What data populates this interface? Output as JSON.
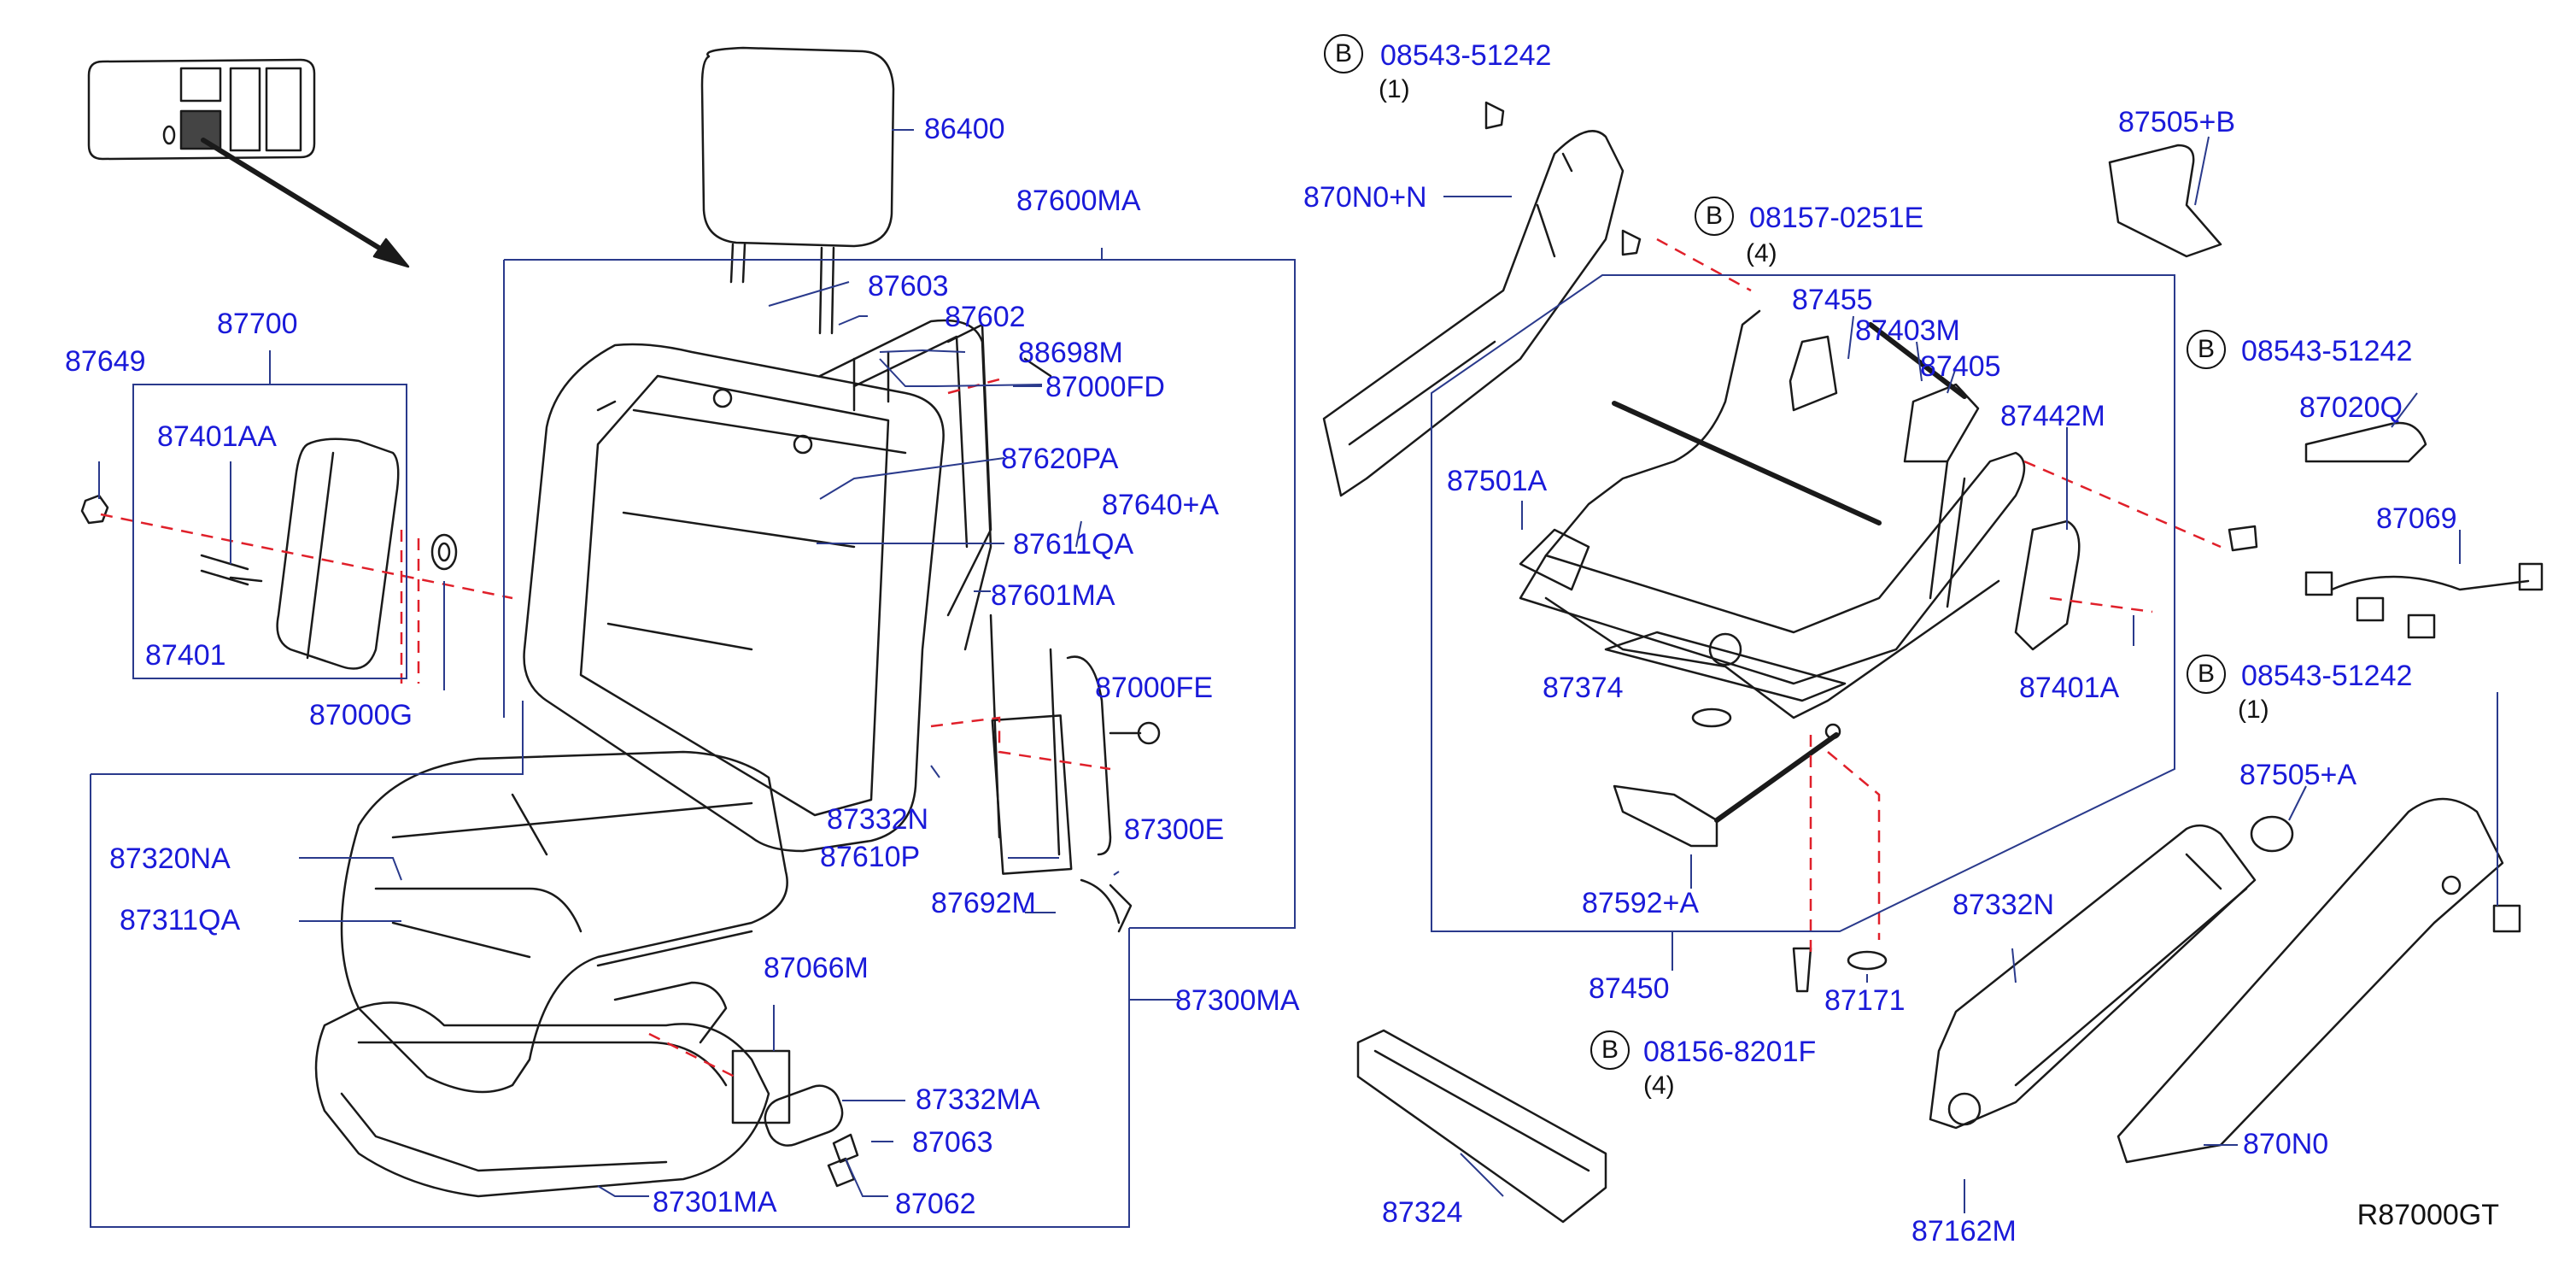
{
  "diagram_code": "R87000GT",
  "callouts": [
    {
      "id": "c86400",
      "text": "86400"
    },
    {
      "id": "c87600MA",
      "text": "87600MA"
    },
    {
      "id": "c87603",
      "text": "87603"
    },
    {
      "id": "c87602",
      "text": "87602"
    },
    {
      "id": "c88698M",
      "text": "88698M"
    },
    {
      "id": "c87000FD",
      "text": "87000FD"
    },
    {
      "id": "c87620PA",
      "text": "87620PA"
    },
    {
      "id": "c87640A",
      "text": "87640+A"
    },
    {
      "id": "c87611QA",
      "text": "87611QA"
    },
    {
      "id": "c87601MA",
      "text": "87601MA"
    },
    {
      "id": "c87000FE",
      "text": "87000FE"
    },
    {
      "id": "c87332N_a",
      "text": "87332N"
    },
    {
      "id": "c87610P",
      "text": "87610P"
    },
    {
      "id": "c87300E",
      "text": "87300E"
    },
    {
      "id": "c87692M",
      "text": "87692M"
    },
    {
      "id": "c87300MA",
      "text": "87300MA"
    },
    {
      "id": "c87649",
      "text": "87649"
    },
    {
      "id": "c87700",
      "text": "87700"
    },
    {
      "id": "c87401AA",
      "text": "87401AA"
    },
    {
      "id": "c87401",
      "text": "87401"
    },
    {
      "id": "c87000G",
      "text": "87000G"
    },
    {
      "id": "c87320NA",
      "text": "87320NA"
    },
    {
      "id": "c87311QA",
      "text": "87311QA"
    },
    {
      "id": "c87066M",
      "text": "87066M"
    },
    {
      "id": "c87332MA",
      "text": "87332MA"
    },
    {
      "id": "c87063",
      "text": "87063"
    },
    {
      "id": "c87062",
      "text": "87062"
    },
    {
      "id": "c87301MA",
      "text": "87301MA"
    },
    {
      "id": "c08543_1",
      "text": "08543-51242"
    },
    {
      "id": "c870N0N",
      "text": "870N0+N"
    },
    {
      "id": "c08157",
      "text": "08157-0251E"
    },
    {
      "id": "c87455",
      "text": "87455"
    },
    {
      "id": "c87403M",
      "text": "87403M"
    },
    {
      "id": "c87405",
      "text": "87405"
    },
    {
      "id": "c87442M",
      "text": "87442M"
    },
    {
      "id": "c87501A",
      "text": "87501A"
    },
    {
      "id": "c87374",
      "text": "87374"
    },
    {
      "id": "c87401A",
      "text": "87401A"
    },
    {
      "id": "c87592A",
      "text": "87592+A"
    },
    {
      "id": "c87450",
      "text": "87450"
    },
    {
      "id": "c87171",
      "text": "87171"
    },
    {
      "id": "c08156",
      "text": "08156-8201F"
    },
    {
      "id": "c87324",
      "text": "87324"
    },
    {
      "id": "c87505B",
      "text": "87505+B"
    },
    {
      "id": "c08543_2",
      "text": "08543-51242"
    },
    {
      "id": "c87020Q",
      "text": "87020Q"
    },
    {
      "id": "c87069",
      "text": "87069"
    },
    {
      "id": "c08543_3",
      "text": "08543-51242"
    },
    {
      "id": "c87505A",
      "text": "87505+A"
    },
    {
      "id": "c87332N_b",
      "text": "87332N"
    },
    {
      "id": "c87162M",
      "text": "87162M"
    },
    {
      "id": "c870N0",
      "text": "870N0"
    }
  ],
  "bolt_symbols": [
    {
      "id": "b1",
      "letter": "B",
      "qty": "(1)"
    },
    {
      "id": "b2",
      "letter": "B",
      "qty": "(4)"
    },
    {
      "id": "b3",
      "letter": "B",
      "qty": ""
    },
    {
      "id": "b4",
      "letter": "B",
      "qty": "(1)"
    },
    {
      "id": "b5",
      "letter": "B",
      "qty": "(4)"
    }
  ],
  "colors": {
    "callout_text": "#1a1ad9",
    "leader_line": "#2a3a8c",
    "hidden_line": "#e0202a",
    "outline": "#1a1a1a"
  }
}
